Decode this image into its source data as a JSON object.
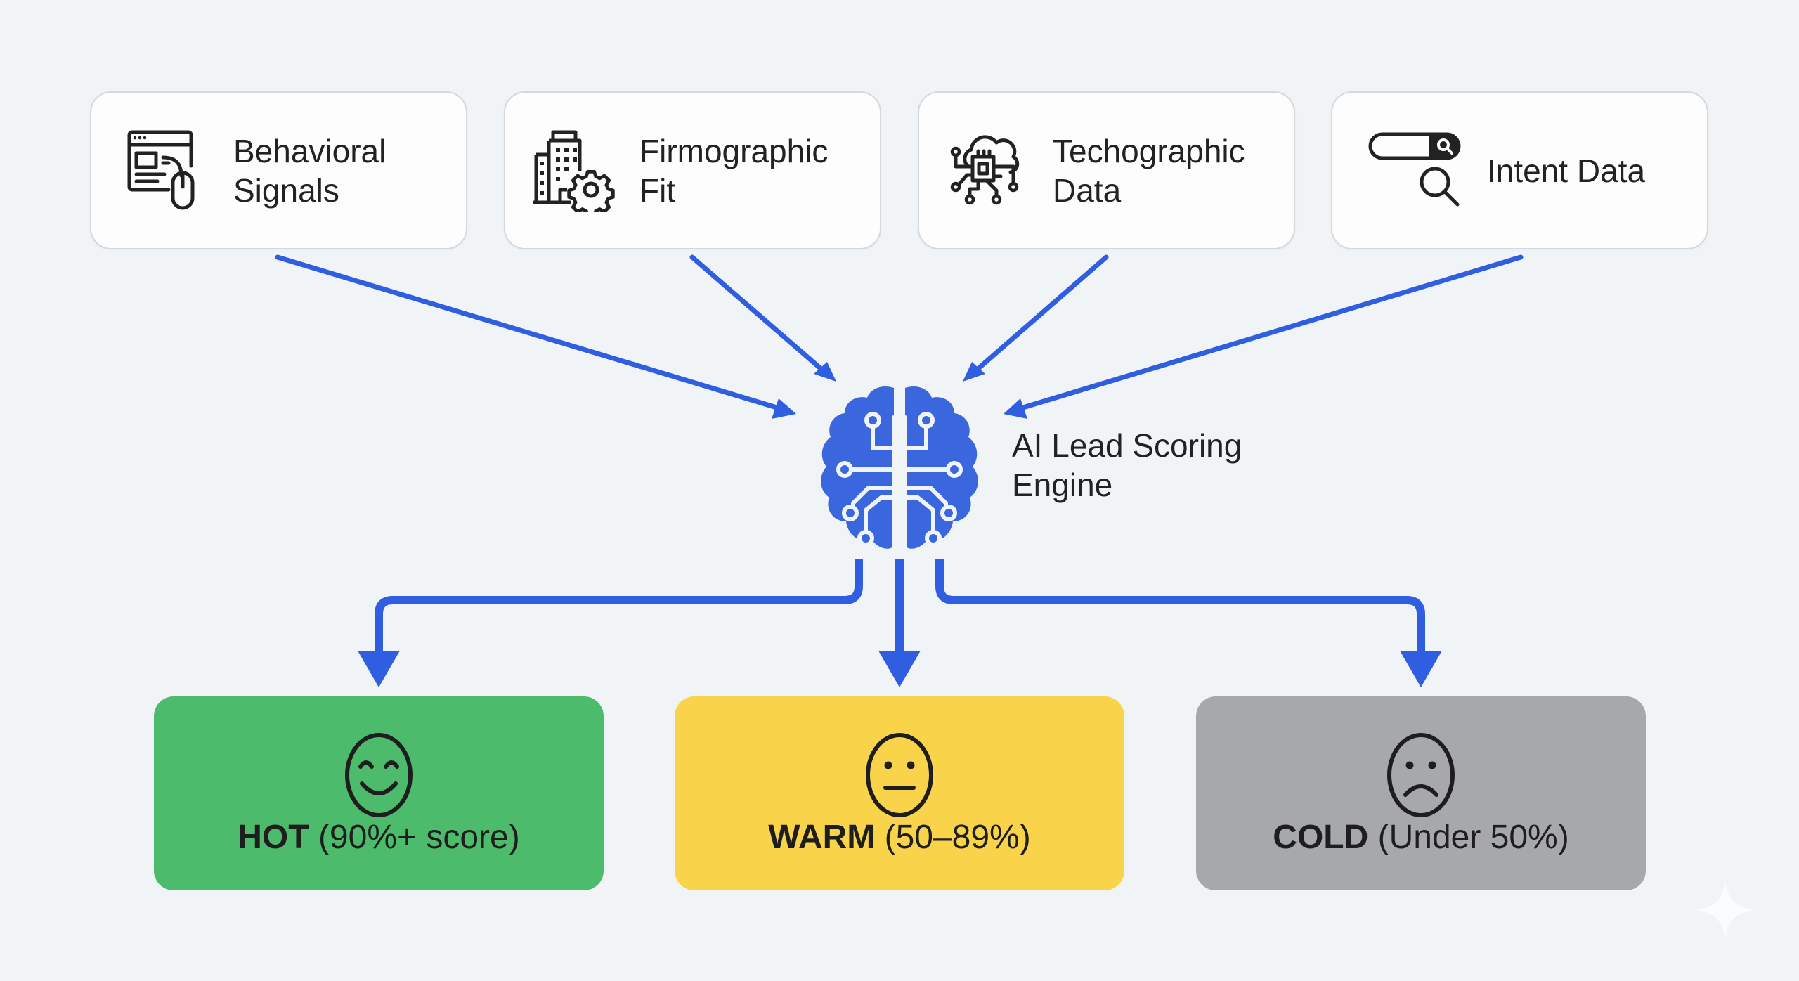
{
  "colors": {
    "background": "#f1f4f7",
    "accent_blue": "#2f5ee0",
    "brain_blue": "#3a67de",
    "hot": "#4cbb6c",
    "warm": "#f9d349",
    "cold": "#a6a8ab",
    "card_bg": "#fdfdfd",
    "text": "#222222"
  },
  "inputs": [
    {
      "id": "behavioral",
      "label": "Behavioral\nSignals",
      "icon": "browser-mouse-icon"
    },
    {
      "id": "firmographic",
      "label": "Firmographic\nFit",
      "icon": "building-gear-icon"
    },
    {
      "id": "techographic",
      "label": "Techographic\nData",
      "icon": "cloud-chip-icon"
    },
    {
      "id": "intent",
      "label": "Intent Data",
      "icon": "search-bar-magnifier-icon"
    }
  ],
  "engine": {
    "label": "AI Lead Scoring\nEngine",
    "icon": "brain-circuit-icon"
  },
  "outcomes": [
    {
      "id": "hot",
      "tier": "HOT",
      "range": "(90%+ score)",
      "icon": "smiling-face-icon"
    },
    {
      "id": "warm",
      "tier": "WARM",
      "range": "(50–89%)",
      "icon": "neutral-face-icon"
    },
    {
      "id": "cold",
      "tier": "COLD",
      "range": "(Under 50%)",
      "icon": "frowning-face-icon"
    }
  ],
  "watermark": {
    "icon": "sparkle-icon"
  }
}
